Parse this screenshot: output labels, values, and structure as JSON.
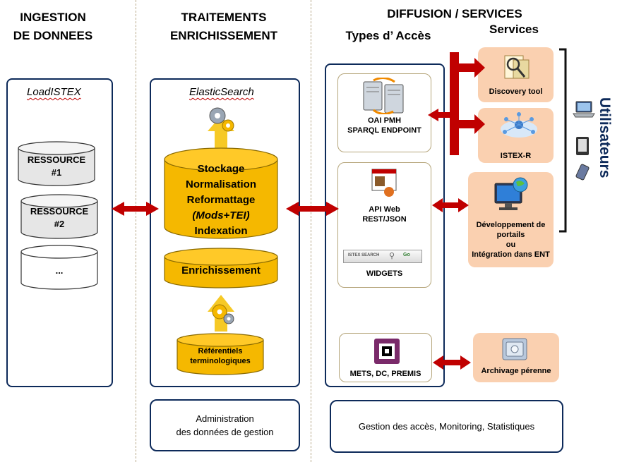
{
  "headers": {
    "ingestion": [
      "INGESTION",
      "DE DONNEES"
    ],
    "traitements": [
      "TRAITEMENTS",
      "ENRICHISSEMENT"
    ],
    "diffusion": "DIFFUSION / SERVICES",
    "types_acces": "Types d’ Accès",
    "services": "Services"
  },
  "ingestion": {
    "title": "LoadISTEX",
    "resources": [
      {
        "line1": "RESSOURCE",
        "line2": "#1"
      },
      {
        "line1": "RESSOURCE",
        "line2": "#2"
      },
      {
        "line1": "...",
        "line2": ""
      }
    ]
  },
  "traitement": {
    "title": "ElasticSearch",
    "stockage": [
      "Stockage",
      "Normalisation",
      "Reformattage",
      "(Mods+TEI)",
      "Indexation"
    ],
    "enrichissement": "Enrichissement",
    "referentiels": [
      "Référentiels",
      "terminologiques"
    ]
  },
  "acces": {
    "oai": [
      "OAI PMH",
      "SPARQL ENDPOINT"
    ],
    "api": [
      "API Web",
      "REST/JSON"
    ],
    "widget_search": "ISTEX SEARCH",
    "widget_go": "Go",
    "widgets": "WIDGETS",
    "mets": "METS, DC, PREMIS"
  },
  "services": {
    "discovery": "Discovery tool",
    "istexr": "ISTEX-R",
    "dev": [
      "Développement de",
      "portails",
      "ou",
      "Intégration dans ENT"
    ],
    "archivage": "Archivage pérenne"
  },
  "utilisateurs": "Utilisateurs",
  "bottom": {
    "admin": [
      "Administration",
      "des données de gestion"
    ],
    "gestion": "Gestion des accès, Monitoring, Statistiques"
  },
  "colors": {
    "navy": "#0d2a5a",
    "arrow": "#c00000",
    "gold": "#f5b800",
    "service": "#fad0b0"
  }
}
